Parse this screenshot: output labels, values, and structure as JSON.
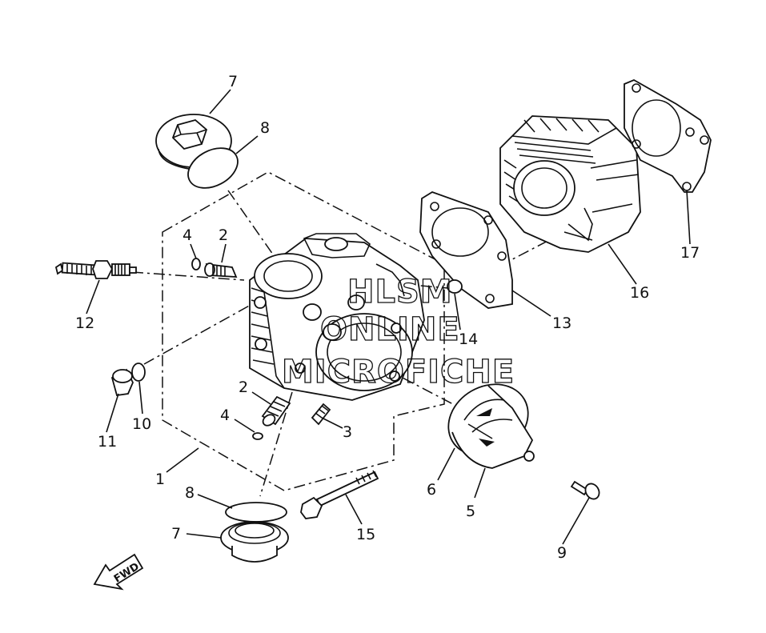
{
  "watermark": {
    "line1": "HLSM",
    "line2": "ONLINE",
    "line3": "MICROFICHE"
  },
  "direction_badge": "FWD",
  "callouts": [
    {
      "id": "c7a",
      "label": "7"
    },
    {
      "id": "c8a",
      "label": "8"
    },
    {
      "id": "c4a",
      "label": "4"
    },
    {
      "id": "c2a",
      "label": "2"
    },
    {
      "id": "c12",
      "label": "12"
    },
    {
      "id": "c11",
      "label": "11"
    },
    {
      "id": "c10",
      "label": "10"
    },
    {
      "id": "c2b",
      "label": "2"
    },
    {
      "id": "c4b",
      "label": "4"
    },
    {
      "id": "c3",
      "label": "3"
    },
    {
      "id": "c1",
      "label": "1"
    },
    {
      "id": "c8b",
      "label": "8"
    },
    {
      "id": "c7b",
      "label": "7"
    },
    {
      "id": "c15",
      "label": "15"
    },
    {
      "id": "c6",
      "label": "6"
    },
    {
      "id": "c5",
      "label": "5"
    },
    {
      "id": "c9",
      "label": "9"
    },
    {
      "id": "c14",
      "label": "14"
    },
    {
      "id": "c13",
      "label": "13"
    },
    {
      "id": "c16",
      "label": "16"
    },
    {
      "id": "c17",
      "label": "17"
    }
  ]
}
